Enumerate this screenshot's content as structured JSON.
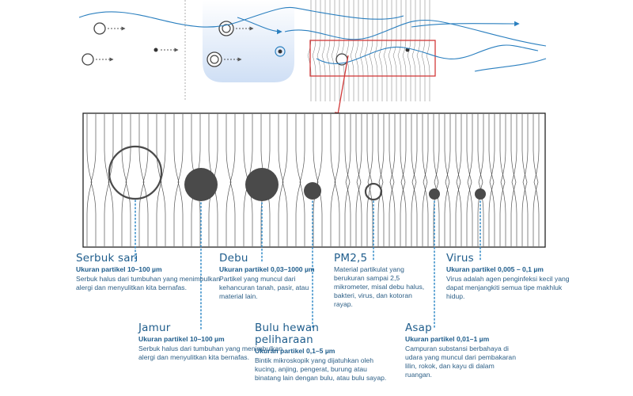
{
  "particles": [
    {
      "id": "serbuk-sari",
      "name": "Serbuk sari",
      "size_label": "Ukuran partikel 10–100 µm",
      "description": "Serbuk halus dari tumbuhan yang menimbulkan alergi dan menyulitkan kita bernafas."
    },
    {
      "id": "jamur",
      "name": "Jamur",
      "size_label": "Ukuran partikel 10–100 µm",
      "description": "Serbuk halus dari tumbuhan yang menimbulkan alergi dan menyulitkan kita bernafas."
    },
    {
      "id": "debu",
      "name": "Debu",
      "size_label": "Ukuran partikel 0,03–1000 µm",
      "description": "Partikel yang muncul dari kehancuran tanah, pasir, atau material lain."
    },
    {
      "id": "bulu-hewan",
      "name": "Bulu hewan peliharaan",
      "size_label": "Ukuran partikel 0,1–5 µm",
      "description": "Bintik mikroskopik yang dijatuhkan oleh kucing, anjing, pengerat, burung atau binatang lain dengan bulu, atau bulu sayap."
    },
    {
      "id": "pm25",
      "name": "PM2,5",
      "size_label": "",
      "description": "Material partikulat yang berukuran sampai 2,5 mikrometer, misal debu halus, bakteri, virus, dan kotoran rayap."
    },
    {
      "id": "asap",
      "name": "Asap",
      "size_label": "Ukuran partikel 0,01–1 µm",
      "description": "Campuran substansi berbahaya di udara yang muncul dari pembakaran lilin, rokok, dan kayu di dalam ruangan."
    },
    {
      "id": "virus",
      "name": "Virus",
      "size_label": "Ukuran partikel 0,005 – 0,1 µm",
      "description": "Virus adalah agen penginfeksi kecil yang dapat menjangkiti semua tipe makhluk hidup."
    }
  ],
  "colors": {
    "blue_text": "#1f5d8c",
    "blue_body": "#2d5f86",
    "flow_line": "#2a7fbf",
    "dotted_leader": "#3b8fc9",
    "particle_fill": "#4a4a4a",
    "filter_line": "#555555",
    "highlight_box": "#d23a3a",
    "chamber": "#d9e6f7"
  }
}
